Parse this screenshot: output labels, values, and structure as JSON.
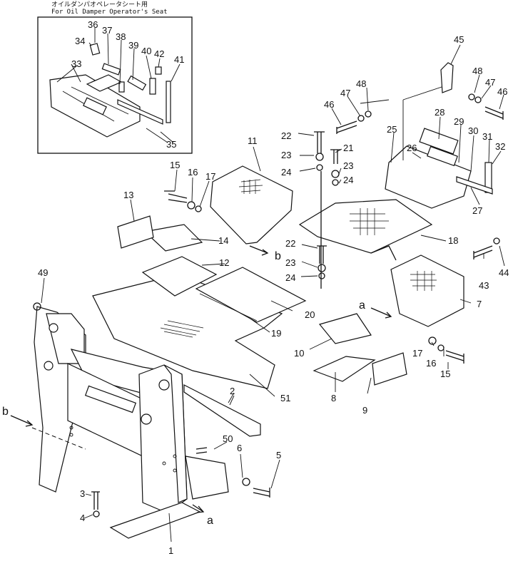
{
  "inset": {
    "title_jp": "オイルダンパオペレータシート用",
    "title_en": "For Oil Damper Operator's Seat"
  },
  "callouts": [
    "1",
    "2",
    "3",
    "4",
    "5",
    "6",
    "7",
    "8",
    "9",
    "10",
    "11",
    "12",
    "13",
    "14",
    "15",
    "16",
    "17",
    "18",
    "19",
    "20",
    "21",
    "22",
    "23",
    "24",
    "25",
    "26",
    "27",
    "28",
    "29",
    "30",
    "31",
    "32",
    "33",
    "34",
    "35",
    "36",
    "37",
    "38",
    "39",
    "40",
    "41",
    "42",
    "43",
    "44",
    "45",
    "46",
    "47",
    "48",
    "49",
    "50",
    "51"
  ],
  "view_markers": [
    "a",
    "b"
  ]
}
